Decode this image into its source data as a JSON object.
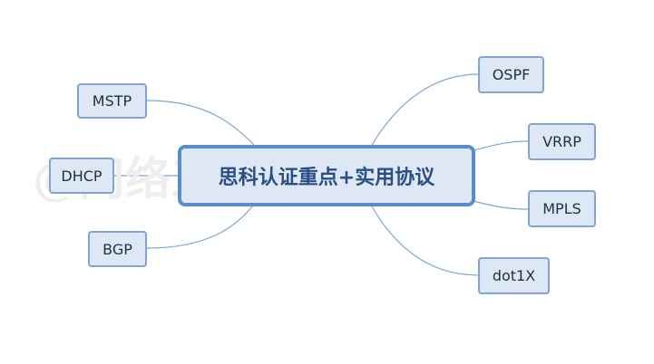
{
  "watermark": "@网络工程师俱乐部",
  "central_topic": "思科认证重点+实用协议",
  "branches": {
    "left": [
      "MSTP",
      "DHCP",
      "BGP"
    ],
    "right": [
      "OSPF",
      "VRRP",
      "MPLS",
      "dot1X"
    ]
  },
  "colors": {
    "node_fill": "#dde8f4",
    "node_border": "#7fa5d0",
    "center_border": "#5b8ccc",
    "center_text": "#2b4f85",
    "connector": "#7fa5d0"
  }
}
